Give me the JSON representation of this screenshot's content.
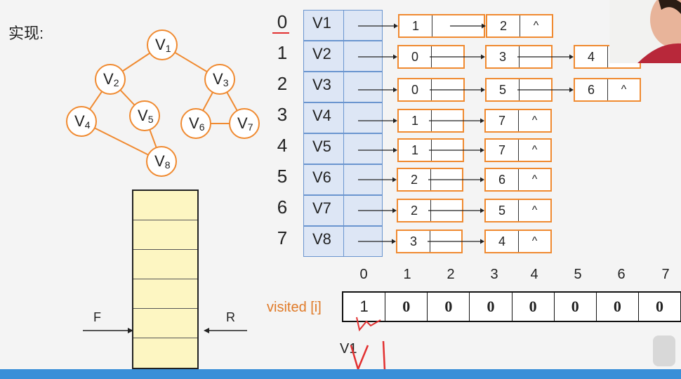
{
  "title": "实现:",
  "graph": {
    "nodes": [
      {
        "id": "v1",
        "letter": "V",
        "sub": "1"
      },
      {
        "id": "v2",
        "letter": "V",
        "sub": "2"
      },
      {
        "id": "v3",
        "letter": "V",
        "sub": "3"
      },
      {
        "id": "v4",
        "letter": "V",
        "sub": "4"
      },
      {
        "id": "v5",
        "letter": "V",
        "sub": "5"
      },
      {
        "id": "v6",
        "letter": "V",
        "sub": "6"
      },
      {
        "id": "v7",
        "letter": "V",
        "sub": "7"
      },
      {
        "id": "v8",
        "letter": "V",
        "sub": "8"
      }
    ],
    "edges": [
      [
        "v1",
        "v2"
      ],
      [
        "v1",
        "v3"
      ],
      [
        "v2",
        "v4"
      ],
      [
        "v2",
        "v5"
      ],
      [
        "v3",
        "v6"
      ],
      [
        "v3",
        "v7"
      ],
      [
        "v6",
        "v7"
      ],
      [
        "v4",
        "v8"
      ],
      [
        "v5",
        "v8"
      ]
    ],
    "color": "#f08a30"
  },
  "adjacency": {
    "rows": [
      {
        "index": "0",
        "vertex": "V1",
        "list": [
          {
            "value": "1"
          },
          {
            "value": "2",
            "next": "^"
          }
        ]
      },
      {
        "index": "1",
        "vertex": "V2",
        "list": [
          {
            "value": "0"
          },
          {
            "value": "3"
          },
          {
            "value": "4"
          }
        ]
      },
      {
        "index": "2",
        "vertex": "V3",
        "list": [
          {
            "value": "0"
          },
          {
            "value": "5"
          },
          {
            "value": "6",
            "next": "^"
          }
        ]
      },
      {
        "index": "3",
        "vertex": "V4",
        "list": [
          {
            "value": "1"
          },
          {
            "value": "7",
            "next": "^"
          }
        ]
      },
      {
        "index": "4",
        "vertex": "V5",
        "list": [
          {
            "value": "1"
          },
          {
            "value": "7",
            "next": "^"
          }
        ]
      },
      {
        "index": "5",
        "vertex": "V6",
        "list": [
          {
            "value": "2"
          },
          {
            "value": "6",
            "next": "^"
          }
        ]
      },
      {
        "index": "6",
        "vertex": "V7",
        "list": [
          {
            "value": "2"
          },
          {
            "value": "5",
            "next": "^"
          }
        ]
      },
      {
        "index": "7",
        "vertex": "V8",
        "list": [
          {
            "value": "3"
          },
          {
            "value": "4",
            "next": "^"
          }
        ]
      }
    ]
  },
  "queue": {
    "front_label": "F",
    "rear_label": "R",
    "slots": 6
  },
  "visited": {
    "label": "visited [i]",
    "indices": [
      "0",
      "1",
      "2",
      "3",
      "4",
      "5",
      "6",
      "7"
    ],
    "values": [
      "1",
      "0",
      "0",
      "0",
      "0",
      "0",
      "0",
      "0"
    ]
  },
  "annotation": "V1",
  "accent": "#e23030"
}
